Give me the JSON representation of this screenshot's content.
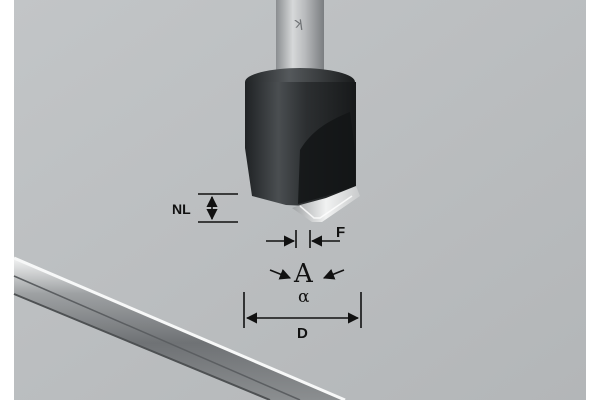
{
  "diagram": {
    "labels": {
      "nl": "NL",
      "f": "F",
      "a_mark": "A",
      "alpha": "α",
      "d": "D"
    },
    "colors": {
      "panel": "#b9bcbe",
      "cutter_body": "#2e3133",
      "shank": "#b0b3b5",
      "blade": "#e7e8e8",
      "dimension_lines": "#111111"
    }
  }
}
